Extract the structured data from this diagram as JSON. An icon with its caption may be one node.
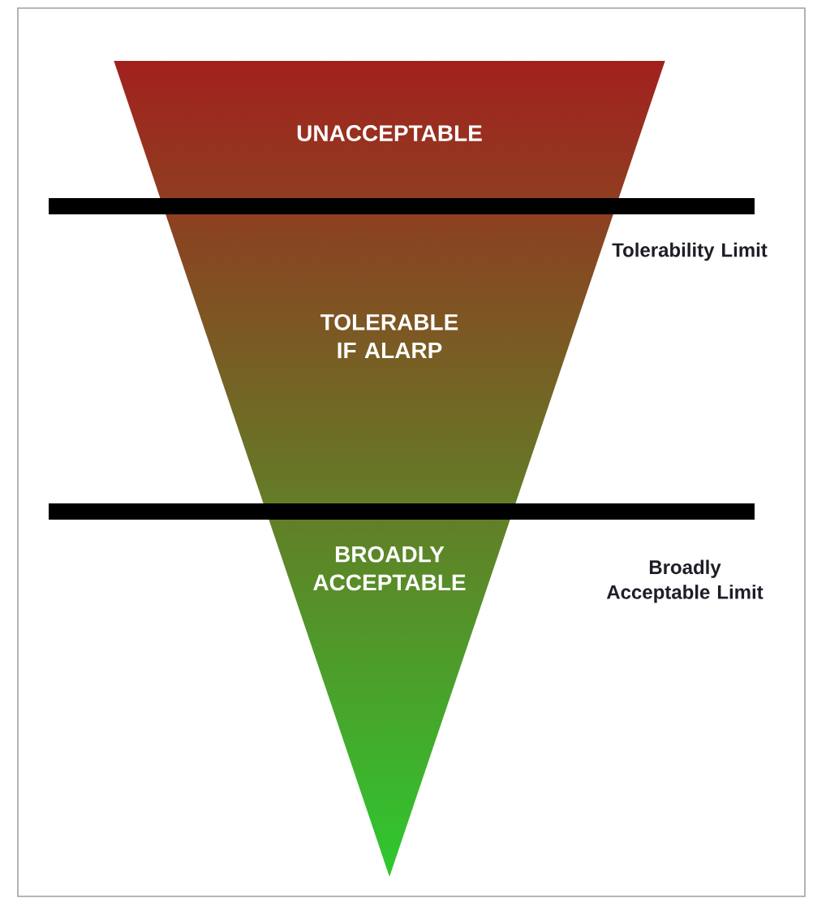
{
  "diagram": {
    "nodes": [
      {
        "text": [
          "UNACCEPTABLE"
        ]
      },
      {
        "text": [
          "TOLERABLE IF ALARP"
        ]
      },
      {
        "text": [
          "BROADLY ACCEPTABLE"
        ]
      }
    ],
    "labels": [
      "Tolerability Limit",
      "Broadly Acceptable Limit"
    ]
  }
}
